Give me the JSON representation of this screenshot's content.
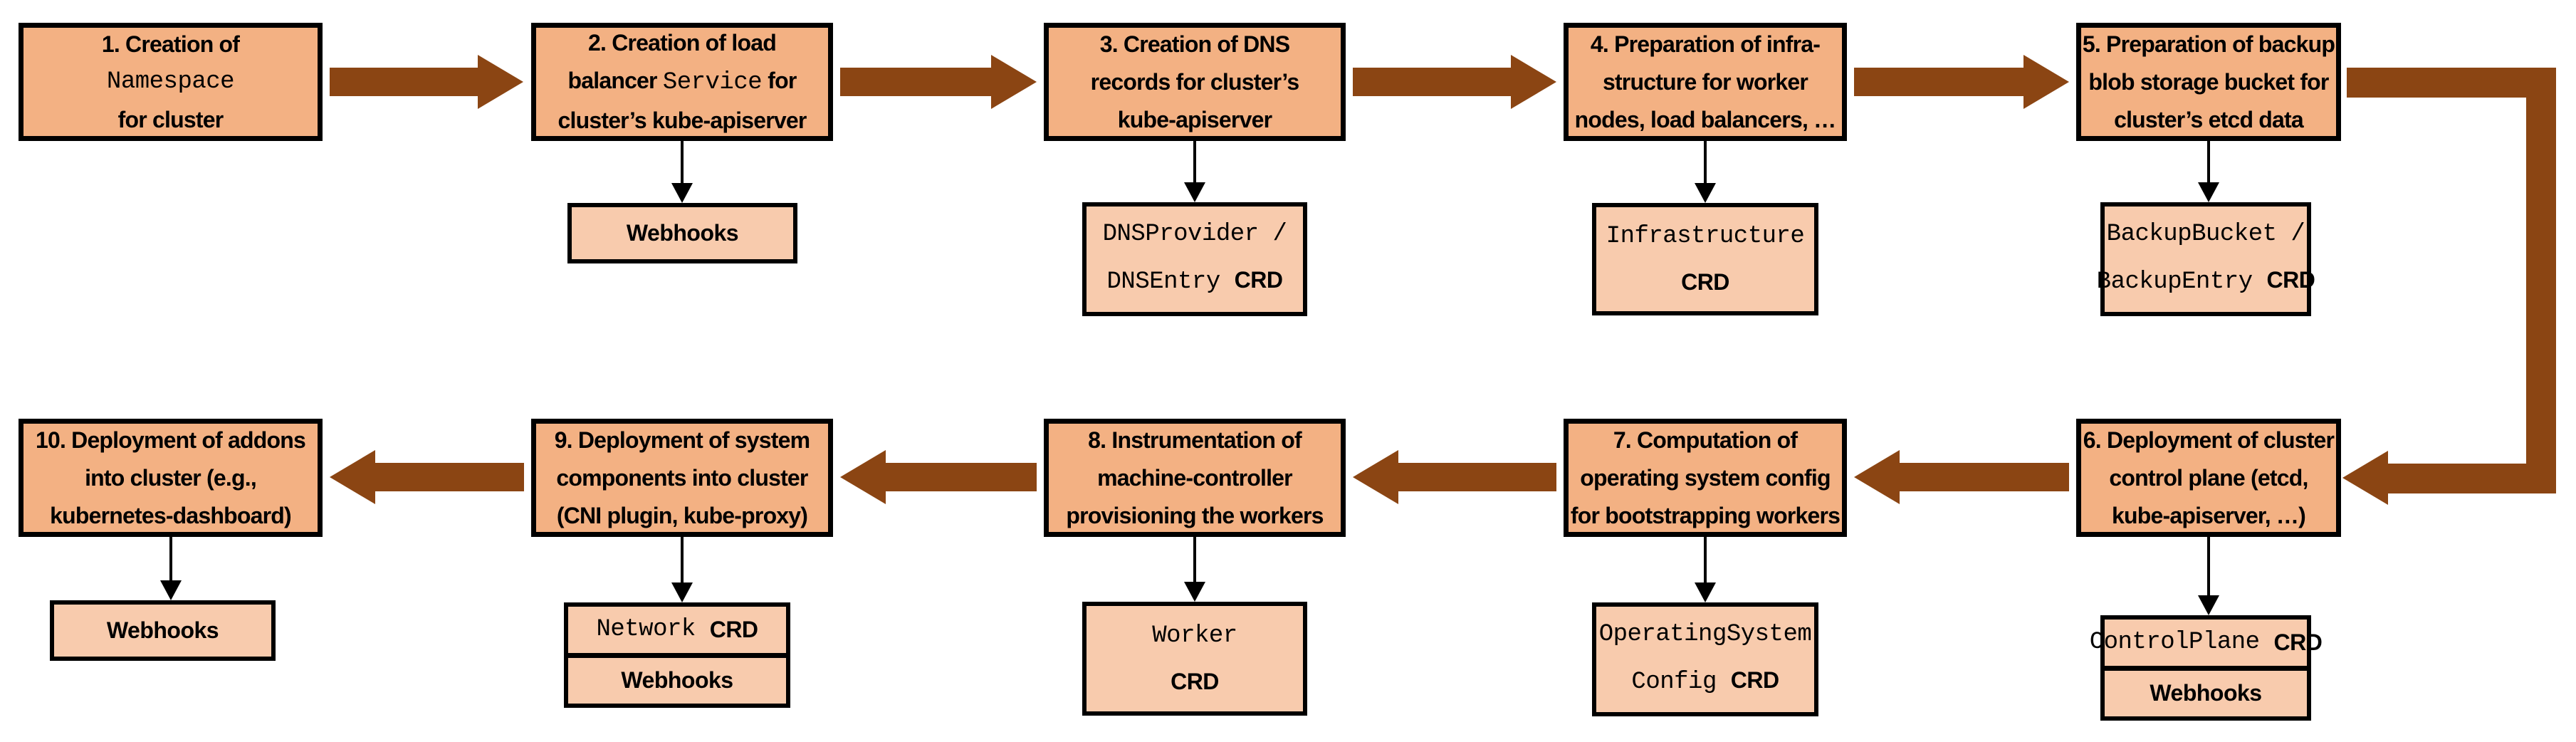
{
  "colors": {
    "step_box_fill": "#F3B183",
    "sub_box_fill": "#F8CBAD",
    "arrow_brown": "#8B4513",
    "border": "#000000"
  },
  "steps": {
    "s1": {
      "l1": "1. Creation of",
      "mono": "Namespace",
      "l3": "for cluster"
    },
    "s2": {
      "l1": "2. Creation of load",
      "l2a": "balancer ",
      "l2mono": "Service",
      "l2b": " for",
      "l3": "cluster’s kube-apiserver",
      "sub": {
        "webhooks": "Webhooks"
      }
    },
    "s3": {
      "l1": "3. Creation of DNS",
      "l2": "records for cluster’s",
      "l3": "kube-apiserver",
      "sub": {
        "mono1": "DNSProvider /",
        "mono2": "DNSEntry ",
        "crd": "CRD"
      }
    },
    "s4": {
      "l1": "4. Preparation of infra-",
      "l2": "structure for worker",
      "l3": "nodes, load balancers, …",
      "sub": {
        "mono1": "Infrastructure",
        "crd": "CRD"
      }
    },
    "s5": {
      "l1": "5. Preparation of backup",
      "l2": "blob storage bucket for",
      "l3": "cluster’s etcd data",
      "sub": {
        "mono1": "BackupBucket /",
        "mono2": "BackupEntry ",
        "crd": "CRD"
      }
    },
    "s6": {
      "l1": "6. Deployment of cluster",
      "l2": "control plane (etcd,",
      "l3": "kube-apiserver, …)",
      "sub": {
        "mono1": "ControlPlane ",
        "crd": "CRD",
        "webhooks": "Webhooks"
      }
    },
    "s7": {
      "l1": "7. Computation of",
      "l2": "operating system config",
      "l3": "for bootstrapping workers",
      "sub": {
        "mono1": "OperatingSystem",
        "mono2": "Config ",
        "crd": "CRD"
      }
    },
    "s8": {
      "l1": "8. Instrumentation of",
      "l2": "machine-controller",
      "l3": "provisioning the workers",
      "sub": {
        "mono1": "Worker",
        "crd": "CRD"
      }
    },
    "s9": {
      "l1": "9. Deployment of system",
      "l2": "components into cluster",
      "l3": "(CNI plugin, kube-proxy)",
      "sub": {
        "mono1": "Network ",
        "crd": "CRD",
        "webhooks": "Webhooks"
      }
    },
    "s10": {
      "l1": "10. Deployment of addons",
      "l2": "into cluster (e.g.,",
      "l3": "kubernetes-dashboard)",
      "sub": {
        "webhooks": "Webhooks"
      }
    }
  }
}
